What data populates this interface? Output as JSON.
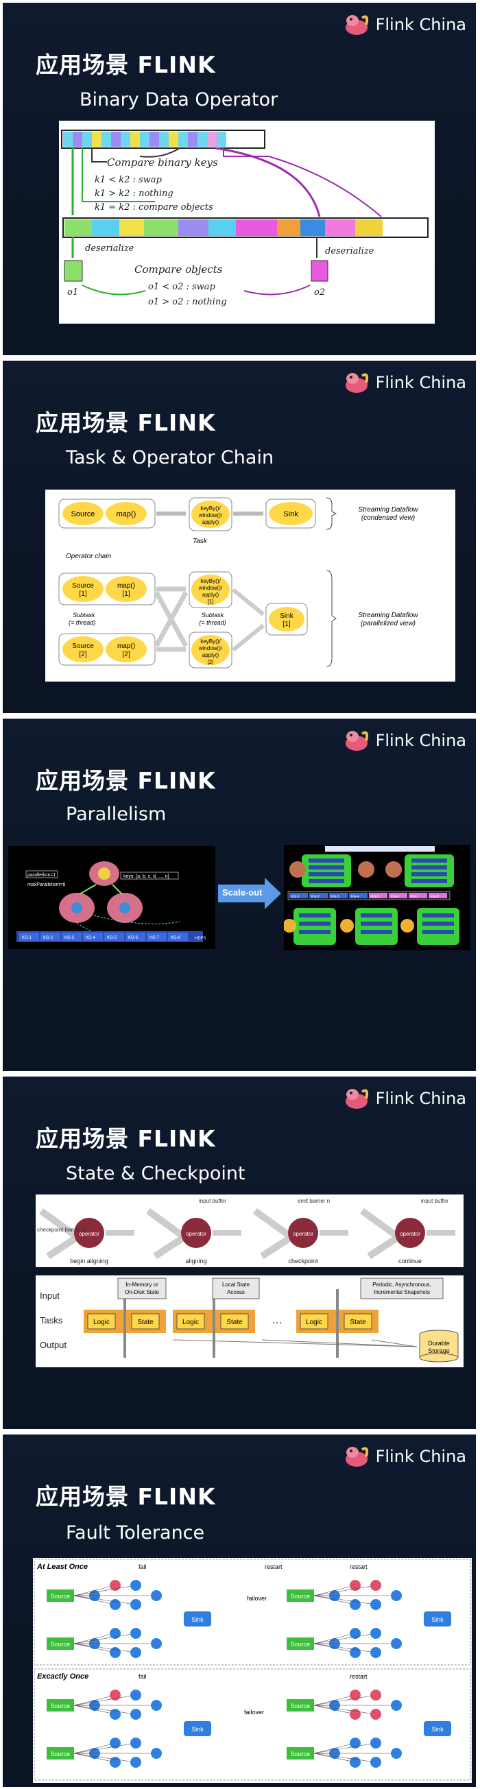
{
  "brand": "Flink China",
  "slides": [
    {
      "title": "应用场景 FLINK",
      "subtitle": "Binary Data Operator",
      "notes": {
        "compare_keys": "Compare binary keys",
        "k_lt": "k1 < k2 : swap",
        "k_gt": "k1 > k2 : nothing",
        "k_eq": "k1 = k2 : compare objects",
        "deserialize_left": "deserialize",
        "deserialize_right": "deserialize",
        "compare_objects": "Compare objects",
        "o_lt": "o1 < o2 : swap",
        "o_gt": "o1 > o2 : nothing",
        "o1": "o1",
        "o2": "o2"
      }
    },
    {
      "title": "应用场景 FLINK",
      "subtitle": "Task & Operator Chain",
      "labels": {
        "source": "Source",
        "map": "map()",
        "keyby": "keyBy()/ window()/ apply()",
        "sink": "Sink",
        "task": "Task",
        "operator_chain": "Operator chain",
        "source1": "Source [1]",
        "map1": "map() [1]",
        "source2": "Source [2]",
        "map2": "map() [2]",
        "keyby1": "keyBy()/ window()/ apply() [1]",
        "keyby2": "keyBy()/ window()/ apply() [2]",
        "sink1": "Sink [1]",
        "subtask1": "Subtask (= thread)",
        "subtask2": "Subtask (= thread)",
        "condensed": "Streaming Dataflow (condensed view)",
        "parallel": "Streaming Dataflow (parallelized view)"
      }
    },
    {
      "title": "应用场景 FLINK",
      "subtitle": "Parallelism",
      "labels": {
        "scale_out": "Scale-out",
        "parallelism": "parallelism=1",
        "max_parallelism": "maxParallelism=8",
        "keys": "keys: [a, b, c, d, ..., n]",
        "hdfs": "HDFS",
        "kg": [
          "KG-1",
          "KG-2",
          "KG-3",
          "KG-4",
          "KG-5",
          "KG-6",
          "KG-7",
          "KG-8"
        ],
        "kg_right": [
          "KG-1",
          "KG-2",
          "KG-3",
          "KG-4",
          "KG-5",
          "KG-6",
          "KG-7",
          "KG-8"
        ]
      }
    },
    {
      "title": "应用场景 FLINK",
      "subtitle": "State & Checkpoint",
      "stages": [
        "begin aligning",
        "aligning",
        "checkpoint",
        "continue"
      ],
      "top_labels": {
        "checkpoint_barrier": "checkpoint barrier n",
        "input_buffer": "input buffer",
        "emit_barrier": "emit barrier n",
        "input_buffer2": "input buffer",
        "operator": "operator"
      },
      "flow": {
        "input": "Input",
        "tasks": "Tasks",
        "output": "Output",
        "logic": "Logic",
        "state": "State",
        "ellipsis": "…",
        "callout1": "In-Memory or On-Disk State",
        "callout2": "Local State Access",
        "callout3": "Periodic, Asynchronous, Incremental Snapshots",
        "durable": "Durable Storage"
      }
    },
    {
      "title": "应用场景 FLINK",
      "subtitle": "Fault Tolerance",
      "sections": [
        {
          "label": "At Least Once",
          "fail": "fail",
          "restart": "restart",
          "failover": "failover",
          "source": "Source",
          "sink": "Sink"
        },
        {
          "label": "Excactly Once",
          "fail": "fail",
          "restart": "restart",
          "failover": "failover",
          "source": "Source",
          "sink": "Sink"
        }
      ]
    }
  ],
  "colors": {
    "slide_bg": "#0f1a2e",
    "accent_blue": "#2f7fe0",
    "green": "#3cbf3c",
    "red": "#e0506a",
    "yellow": "#ffd84a",
    "orange": "#f0a23a"
  }
}
